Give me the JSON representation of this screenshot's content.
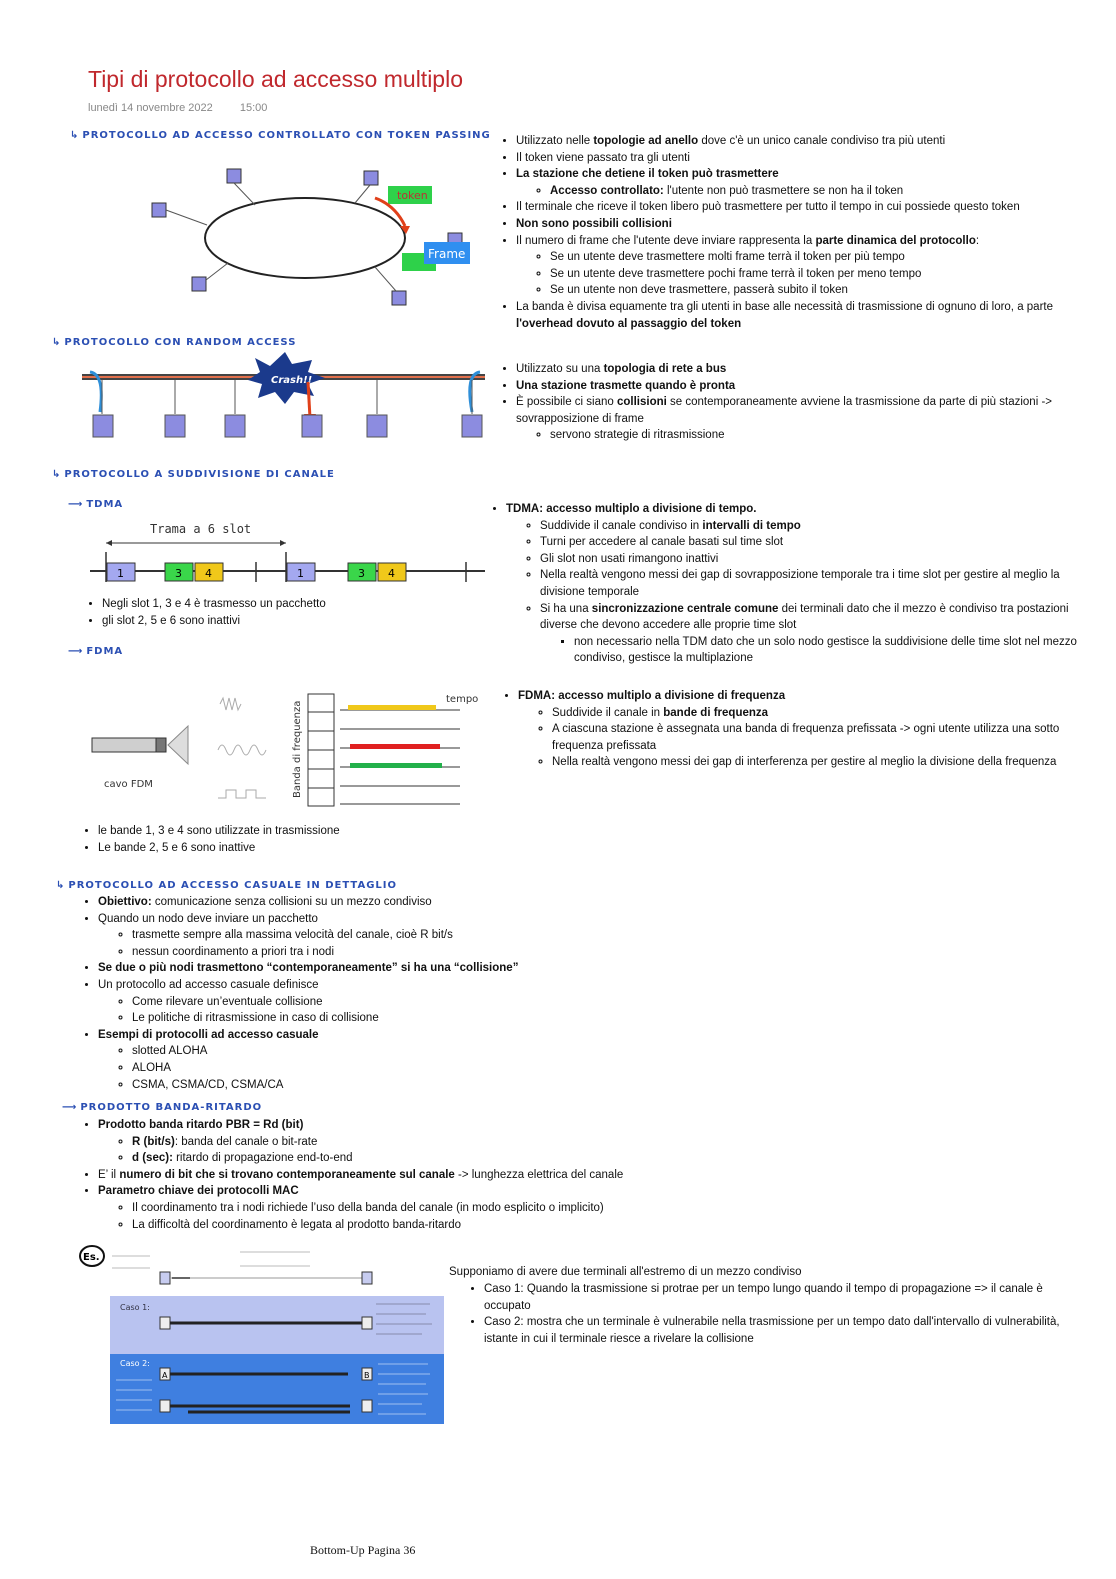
{
  "page": {
    "title": "Tipi di protocollo ad accesso multiplo",
    "date": "lunedì 14 novembre 2022",
    "time": "15:00",
    "footer": "Bottom-Up Pagina 36"
  },
  "headings": {
    "token_passing": "Protocollo ad accesso controllato con token passing",
    "random_access": "Protocollo con random access",
    "channel_division": "Protocollo a suddivisione di canale",
    "tdma": "TDMA",
    "fdma": "FDMA",
    "casual_detail": "Protocollo ad accesso casuale in dettaglio",
    "pbr": "Prodotto banda-ritardo",
    "example": "Es."
  },
  "token_section": {
    "b1_pre": "Utilizzato nelle ",
    "b1_bold": "topologie ad anello",
    "b1_post": " dove c'è un unico canale condiviso tra più utenti",
    "b2": "Il token viene passato tra gli utenti",
    "b3": "La stazione che detiene il token può trasmettere",
    "b3_sub_bold": "Accesso controllato:",
    "b3_sub_post": " l'utente non può trasmettere se non ha il token",
    "b4": "Il terminale che riceve il token libero può trasmettere per tutto il tempo in cui possiede questo token",
    "b5": "Non sono possibili collisioni",
    "b6_pre": "Il numero di frame che l'utente deve inviare rappresenta la ",
    "b6_bold": "parte dinamica del protocollo",
    "b6_post": ":",
    "b6_sub1": "Se un utente deve trasmettere molti frame terrà il token per più tempo",
    "b6_sub2": "Se un utente deve trasmettere pochi frame terrà il token per meno tempo",
    "b6_sub3": "Se un utente non deve trasmettere, passerà subito il token",
    "b7_pre": "La banda è divisa equamente tra gli utenti in base alle necessità di trasmissione di ognuno di loro, a parte ",
    "b7_bold": "l'overhead dovuto al passaggio del token",
    "fig_token": "token",
    "fig_frame": "Frame"
  },
  "random_section": {
    "b1_pre": "Utilizzato su una ",
    "b1_bold": "topologia di rete a bus",
    "b2": "Una stazione trasmette quando è pronta",
    "b3_pre": "È possibile ci siano ",
    "b3_bold": "collisioni",
    "b3_post": " se contemporaneamente avviene la trasmissione da parte di più stazioni -> sovrapposizione di frame",
    "b3_sub": "servono strategie di ritrasmissione",
    "fig_crash": "Crash!!"
  },
  "tdma_section": {
    "fig_label": "Trama a 6 slot",
    "slots": [
      "1",
      "3",
      "4",
      "1",
      "3",
      "4"
    ],
    "left_b1": "Negli slot 1, 3 e 4 è trasmesso un pacchetto",
    "left_b2": "gli slot 2, 5 e 6 sono inattivi",
    "b1": "TDMA: accesso multiplo a divisione di tempo.",
    "s1_pre": "Suddivide il canale condiviso in ",
    "s1_bold": "intervalli di tempo",
    "s2": "Turni per accedere al canale basati sul time slot",
    "s3": "Gli slot non usati rimangono inattivi",
    "s4": "Nella realtà vengono messi dei gap di sovrapposizione temporale tra i time slot per gestire al meglio la divisione temporale",
    "s5_pre": "Si ha una ",
    "s5_bold": "sincronizzazione centrale comune",
    "s5_post": " dei terminali dato che il mezzo è condiviso tra postazioni diverse che devono accedere alle proprie time slot",
    "s5_sub": "non necessario nella TDM dato che un solo nodo gestisce la suddivisione delle time slot nel mezzo condiviso, gestisce la multiplazione"
  },
  "fdma_section": {
    "fig_tempo": "tempo",
    "fig_banda": "Banda di frequenza",
    "fig_cavo": "cavo FDM",
    "b1": "FDMA: accesso multiplo a divisione di frequenza",
    "s1_pre": "Suddivide il canale in ",
    "s1_bold": "bande di frequenza",
    "s2": "A ciascuna stazione è assegnata una banda di frequenza prefissata -> ogni utente utilizza una sotto frequenza prefissata",
    "s3": "Nella realtà vengono messi dei gap di interferenza per gestire al meglio la divisione della frequenza",
    "left_b1": "le bande 1, 3 e 4 sono utilizzate in trasmissione",
    "left_b2": "Le bande 2, 5 e 6 sono inattive"
  },
  "casual_section": {
    "b1_bold": "Obiettivo:",
    "b1_post": " comunicazione senza collisioni su un mezzo condiviso",
    "b2": "Quando un nodo deve inviare un pacchetto",
    "b2_s1": "trasmette sempre alla massima velocità del canale, cioè R bit/s",
    "b2_s2": "nessun coordinamento a priori tra i nodi",
    "b3": "Se due o più nodi trasmettono “contemporaneamente” si ha una “collisione”",
    "b4": "Un protocollo ad accesso casuale definisce",
    "b4_s1": "Come rilevare un’eventuale collisione",
    "b4_s2": "Le politiche di ritrasmissione in caso di collisione",
    "b5": "Esempi di protocolli ad accesso casuale",
    "b5_s1": "slotted ALOHA",
    "b5_s2": "ALOHA",
    "b5_s3": "CSMA, CSMA/CD, CSMA/CA"
  },
  "pbr_section": {
    "b1": "Prodotto banda ritardo  PBR = Rd (bit)",
    "b1_s1_bold": "R (bit/s)",
    "b1_s1_post": ": banda del canale o bit-rate",
    "b1_s2_bold": "d (sec):",
    "b1_s2_post": " ritardo di propagazione end-to-end",
    "b2_pre": "E’ il ",
    "b2_bold": "numero di bit che si trovano contemporaneamente sul canale",
    "b2_post": " -> lunghezza elettrica del canale",
    "b3": "Parametro chiave dei protocolli MAC",
    "b3_s1": "Il coordinamento tra i nodi richiede l’uso della banda del canale (in modo esplicito o implicito)",
    "b3_s2": "La difficoltà del coordinamento è legata al prodotto banda-ritardo"
  },
  "example_section": {
    "intro": "Supponiamo di avere due terminali all'estremo di un mezzo condiviso",
    "c1": "Caso 1: Quando la trasmissione si protrae per un tempo lungo quando il tempo di propagazione => il canale è occupato",
    "c2": "Caso 2: mostra che un terminale è vulnerabile nella trasmissione per un tempo dato dall'intervallo di vulnerabilità, istante in cui il terminale riesce a rivelare la collisione",
    "fig_caso1": "Caso 1:",
    "fig_caso2": "Caso 2:",
    "fig_a": "A",
    "fig_b": "B"
  }
}
